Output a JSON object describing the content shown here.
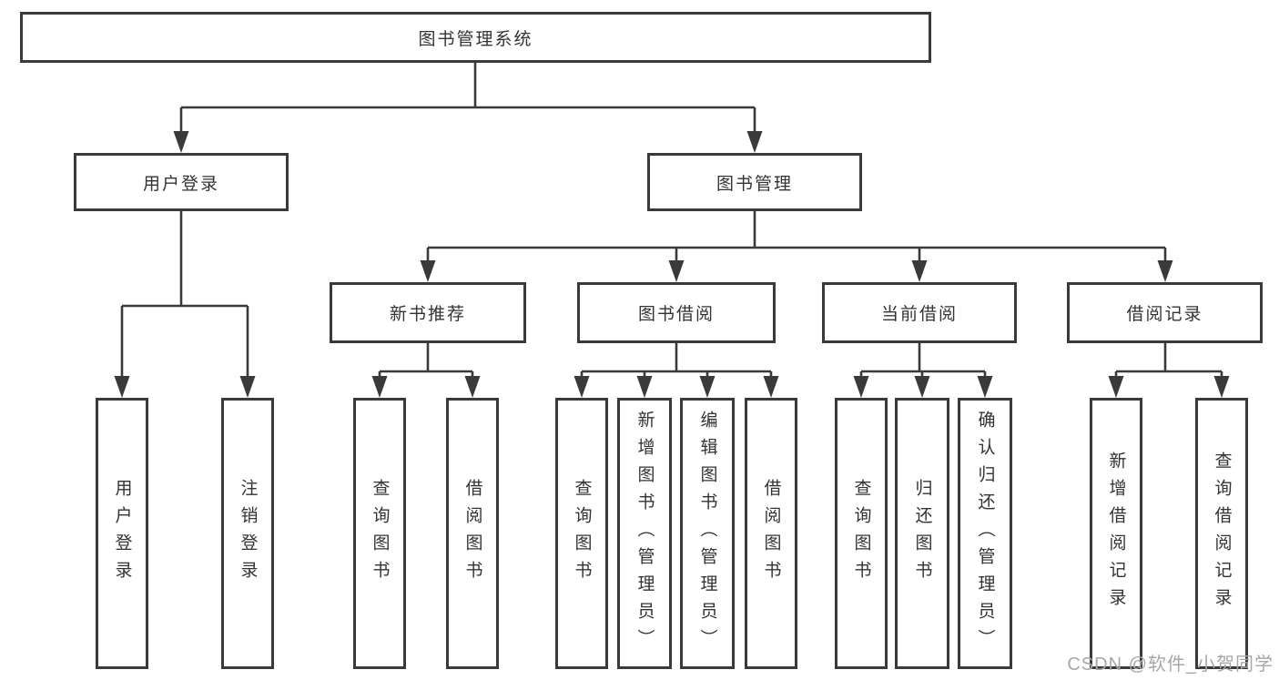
{
  "diagram_title": "图书管理系统",
  "tree": {
    "root": {
      "label": "图书管理系统",
      "children": [
        {
          "label": "用户登录",
          "children": [
            {
              "label": "用户登录"
            },
            {
              "label": "注销登录"
            }
          ]
        },
        {
          "label": "图书管理",
          "children": [
            {
              "label": "新书推荐",
              "children": [
                {
                  "label": "查询图书"
                },
                {
                  "label": "借阅图书"
                }
              ]
            },
            {
              "label": "图书借阅",
              "children": [
                {
                  "label": "查询图书"
                },
                {
                  "label": "新增图书（管理员）"
                },
                {
                  "label": "编辑图书（管理员）"
                },
                {
                  "label": "借阅图书"
                }
              ]
            },
            {
              "label": "当前借阅",
              "children": [
                {
                  "label": "查询图书"
                },
                {
                  "label": "归还图书"
                },
                {
                  "label": "确认归还（管理员）"
                }
              ]
            },
            {
              "label": "借阅记录",
              "children": [
                {
                  "label": "新增借阅记录"
                },
                {
                  "label": "查询借阅记录"
                }
              ]
            }
          ]
        }
      ]
    }
  },
  "watermark": {
    "text": "CSDN @软件_小贺同学"
  },
  "colors": {
    "line": "#3a3a3a",
    "text": "#333333",
    "box_background": "#ffffff",
    "watermark": "#a7a7a7"
  }
}
